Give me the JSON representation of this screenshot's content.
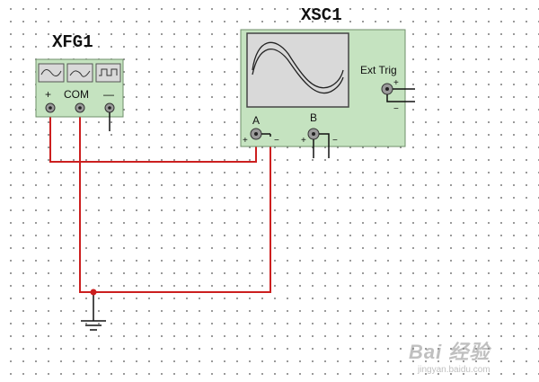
{
  "function_generator": {
    "name": "XFG1",
    "terminals": {
      "plus": "+",
      "common": "COM",
      "minus": "—"
    },
    "waveform_buttons": [
      "sine-wave",
      "triangle-wave",
      "square-wave"
    ]
  },
  "oscilloscope": {
    "name": "XSC1",
    "channel_a": "A",
    "channel_b": "B",
    "ext_trig": "Ext Trig",
    "plus": "+",
    "minus": "−"
  },
  "wire_color": "#cc1f1f",
  "instrument_fill": "#c5e3c0",
  "screen_fill": "#d9d9d9",
  "watermark": {
    "logo": "Bai 经验",
    "url": "jingyan.baidu.com"
  }
}
